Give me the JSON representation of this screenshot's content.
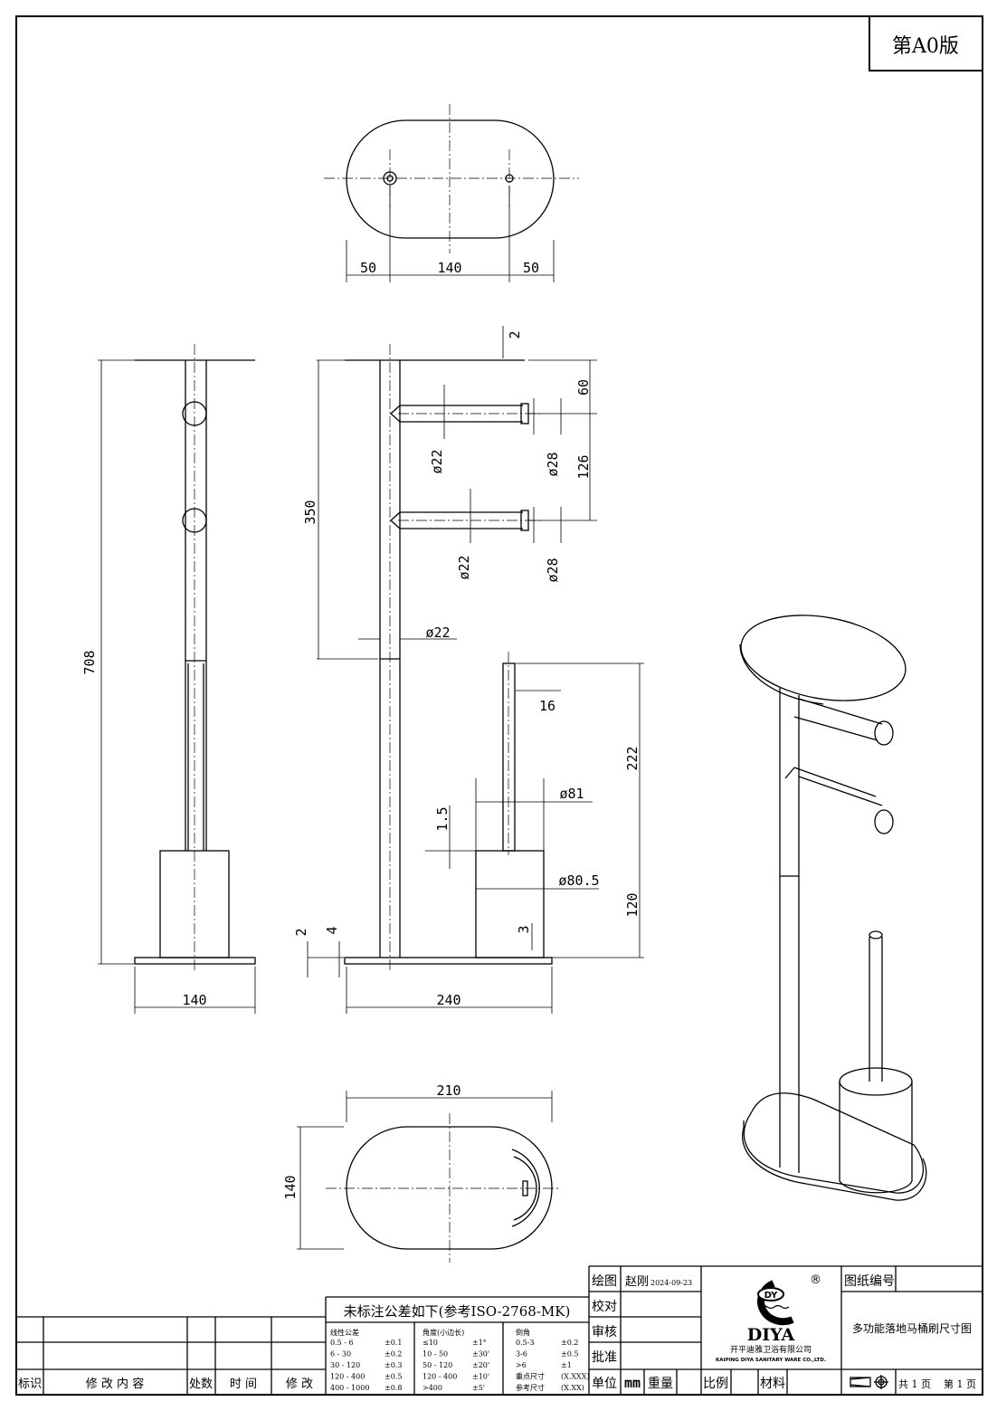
{
  "edition": "第A0版",
  "dimensions": {
    "top_left": "50",
    "top_mid": "140",
    "top_right": "50",
    "thickness_top": "2",
    "arm_spacing_top": "60",
    "arm_spacing": "126",
    "arm1_dia": "ø22",
    "arm1_end_dia": "ø28",
    "arm2_dia": "ø22",
    "arm2_end_dia": "ø28",
    "height_350": "350",
    "pole_dia": "ø22",
    "total_height": "708",
    "handle_dia": "16",
    "brush_height": "222",
    "cup_outer": "ø81",
    "cup_inner": "ø80.5",
    "rim": "1.5",
    "cup_height": "120",
    "base_thk": "2",
    "base_step": "4",
    "cup_wall": "3",
    "side_width": "140",
    "front_width": "240",
    "bottom_width": "210",
    "bottom_depth": "140"
  },
  "title_block": {
    "revision_headers": [
      "标识",
      "修 改 内 容",
      "处数",
      "时 间",
      "修 改"
    ],
    "tolerance_title": "未标注公差如下(参考ISO-2768-MK)",
    "linear": {
      "title": "线性公差",
      "rows": [
        [
          "0.5 - 6",
          "±0.1"
        ],
        [
          "6 - 30",
          "±0.2"
        ],
        [
          "30 - 120",
          "±0.3"
        ],
        [
          "120 - 400",
          "±0.5"
        ],
        [
          "400 - 1000",
          "±0.8"
        ]
      ]
    },
    "angle": {
      "title": "角度(小边长)",
      "rows": [
        [
          "≤10",
          "±1°"
        ],
        [
          "10 - 50",
          "±30'"
        ],
        [
          "50 - 120",
          "±20'"
        ],
        [
          "120 - 400",
          "±10'"
        ],
        [
          ">400",
          "±5'"
        ]
      ]
    },
    "chamfer": {
      "title": "倒角",
      "rows": [
        [
          "0.5-3",
          "±0.2"
        ],
        [
          "3-6",
          "±0.5"
        ],
        [
          ">6",
          "±1"
        ],
        [
          "重点尺寸",
          "(X.XXX)"
        ],
        [
          "参考尺寸",
          "(X.XX)"
        ]
      ]
    },
    "sign_labels": [
      "绘图",
      "校对",
      "审核",
      "批准"
    ],
    "drawer": "赵刚",
    "date": "2024-09-23",
    "unit_label": "单位",
    "unit": "mm",
    "weight_label": "重量",
    "scale_label": "比例",
    "material_label": "材料",
    "logo_letters": "DY",
    "logo_brand": "DIYA",
    "logo_reg": "®",
    "company_cn": "开平迪雅卫浴有限公司",
    "company_en": "KAIPING DIYA SANITARY WARE CO.,LTD.",
    "drawing_no_label": "图纸编号",
    "drawing_title": "多功能落地马桶刷尺寸图",
    "pages": "共 1 页",
    "page": "第 1 页"
  }
}
